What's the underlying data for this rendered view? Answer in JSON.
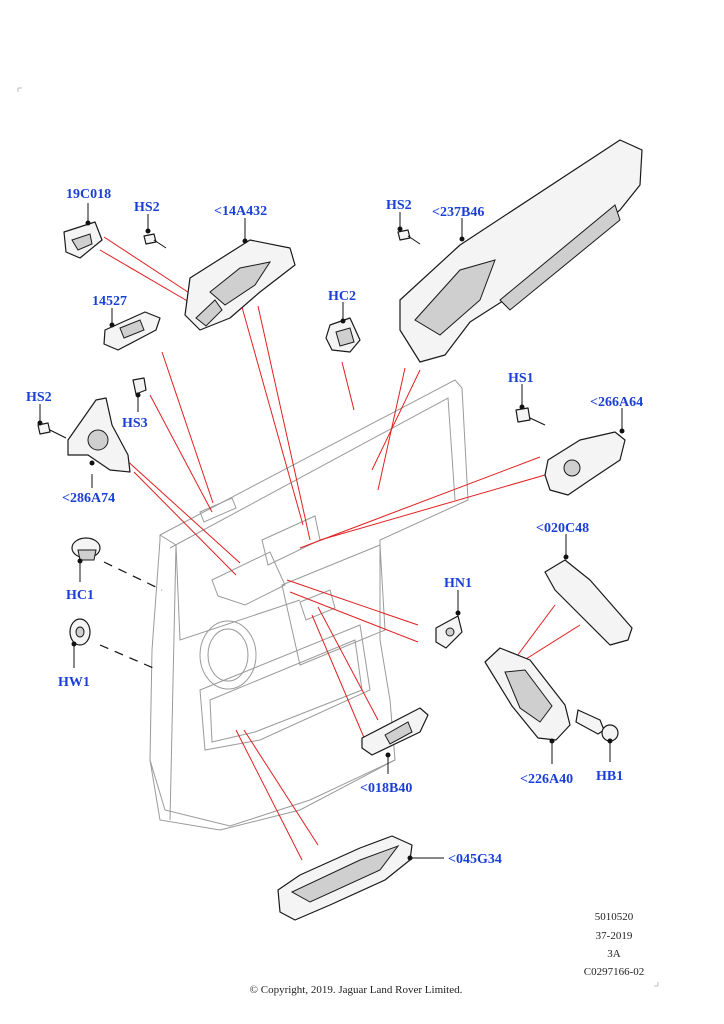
{
  "labels": {
    "l19c018": "19C018",
    "hs2_a": "HS2",
    "l14a432": "<14A432",
    "hs2_b": "HS2",
    "l237b46": "<237B46",
    "l14527": "14527",
    "hc2": "HC2",
    "hs1": "HS1",
    "l266a64": "<266A64",
    "hs2_c": "HS2",
    "hs3": "HS3",
    "l286a74": "<286A74",
    "l020c48": "<020C48",
    "hc1": "HC1",
    "hn1": "HN1",
    "hw1": "HW1",
    "l226a40": "<226A40",
    "hb1": "HB1",
    "l018b40": "<018B40",
    "l045g34": "<045G34"
  },
  "meta": {
    "line1": "5010520",
    "line2": "37-2019",
    "line3": "3A",
    "line4": "C0297166-02"
  },
  "copyright": "© Copyright, 2019. Jaguar Land Rover Limited.",
  "colors": {
    "label": "#1a3fd6",
    "callout_line": "#e02020",
    "door_outline": "#9a9a9a"
  }
}
